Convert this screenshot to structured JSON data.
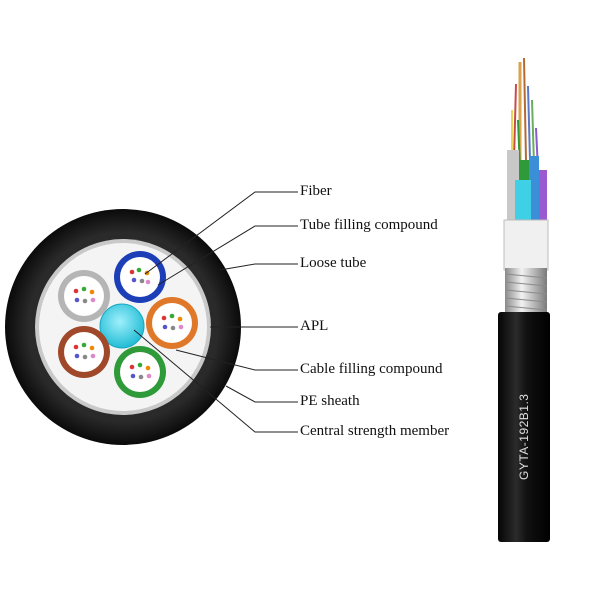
{
  "labels": {
    "fiber": "Fiber",
    "tube_filling": "Tube filling compound",
    "loose_tube": "Loose tube",
    "apl": "APL",
    "cable_filling": "Cable filling compound",
    "pe_sheath": "PE sheath",
    "central_member": "Central strength member"
  },
  "cable_print": "GYTA-192B1.3",
  "colors": {
    "sheath": "#1a1a1a",
    "apl": "#c9c9c9",
    "central_member": "#3fd0e6",
    "tube_blue": "#1c3fb8",
    "tube_orange": "#e0782a",
    "tube_green": "#2f9a3a",
    "tube_brown": "#a0482a",
    "tube_gray": "#b5b5b5"
  }
}
